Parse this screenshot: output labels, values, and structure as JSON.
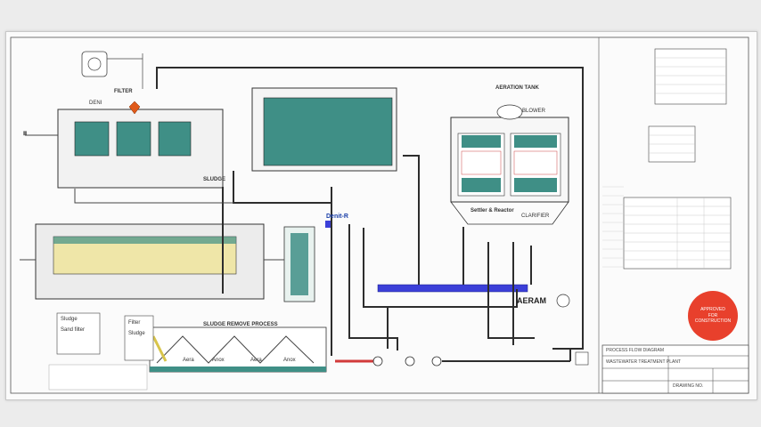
{
  "labels": {
    "tank_left": "Ⅲ",
    "top_box_title": "AERATION TANK",
    "filter_label": "FILTER",
    "left_module_label": "DENI",
    "pipe_label": "SLUDGE",
    "nitrif": "Denit-R",
    "settler_label": "Settler\n& Reactor",
    "reactor_label": "AERAM",
    "waste_label": "SLUDGE REMOVE PROCESS",
    "clarifier": "CLARIFIER",
    "leg_1": "Sludge",
    "leg_2": "Sand filter",
    "leg_3": "Filter",
    "leg_4": "Sludge",
    "wave_1": "Aera",
    "wave_2": "Anox",
    "wave_3": "Aera",
    "wave_4": "Anox",
    "blower": "BLOWER"
  },
  "stamp": "APPROVED\nFOR\nCONSTRUCTION",
  "title_block": {
    "line1": "PROCESS FLOW DIAGRAM",
    "line2": "WASTEWATER TREATMENT PLANT",
    "line3": "DRAWING NO."
  },
  "colors": {
    "tank_teal": "#3f8f86",
    "tank_yellow": "#efe6a8",
    "pipe_blue": "#3b3fd8",
    "pipe_red": "#d23a3a",
    "stamp_red": "#e8402c"
  }
}
